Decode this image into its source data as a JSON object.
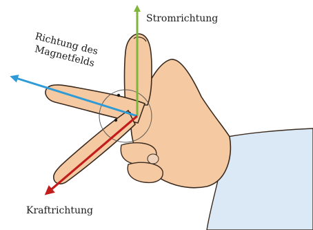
{
  "labels": {
    "current": "Stromrichtung",
    "field_line1": "Richtung des",
    "field_line2": "Magnetfelds",
    "force": "Kraftrichtung"
  },
  "colors": {
    "skin": "#f5c9a1",
    "skin_shade": "#e7b087",
    "outline": "#3a2a1e",
    "sleeve": "#dbe9f7",
    "current_arrow": "#7fb53a",
    "field_arrow": "#2f9bd6",
    "force_arrow": "#c21d1d"
  }
}
